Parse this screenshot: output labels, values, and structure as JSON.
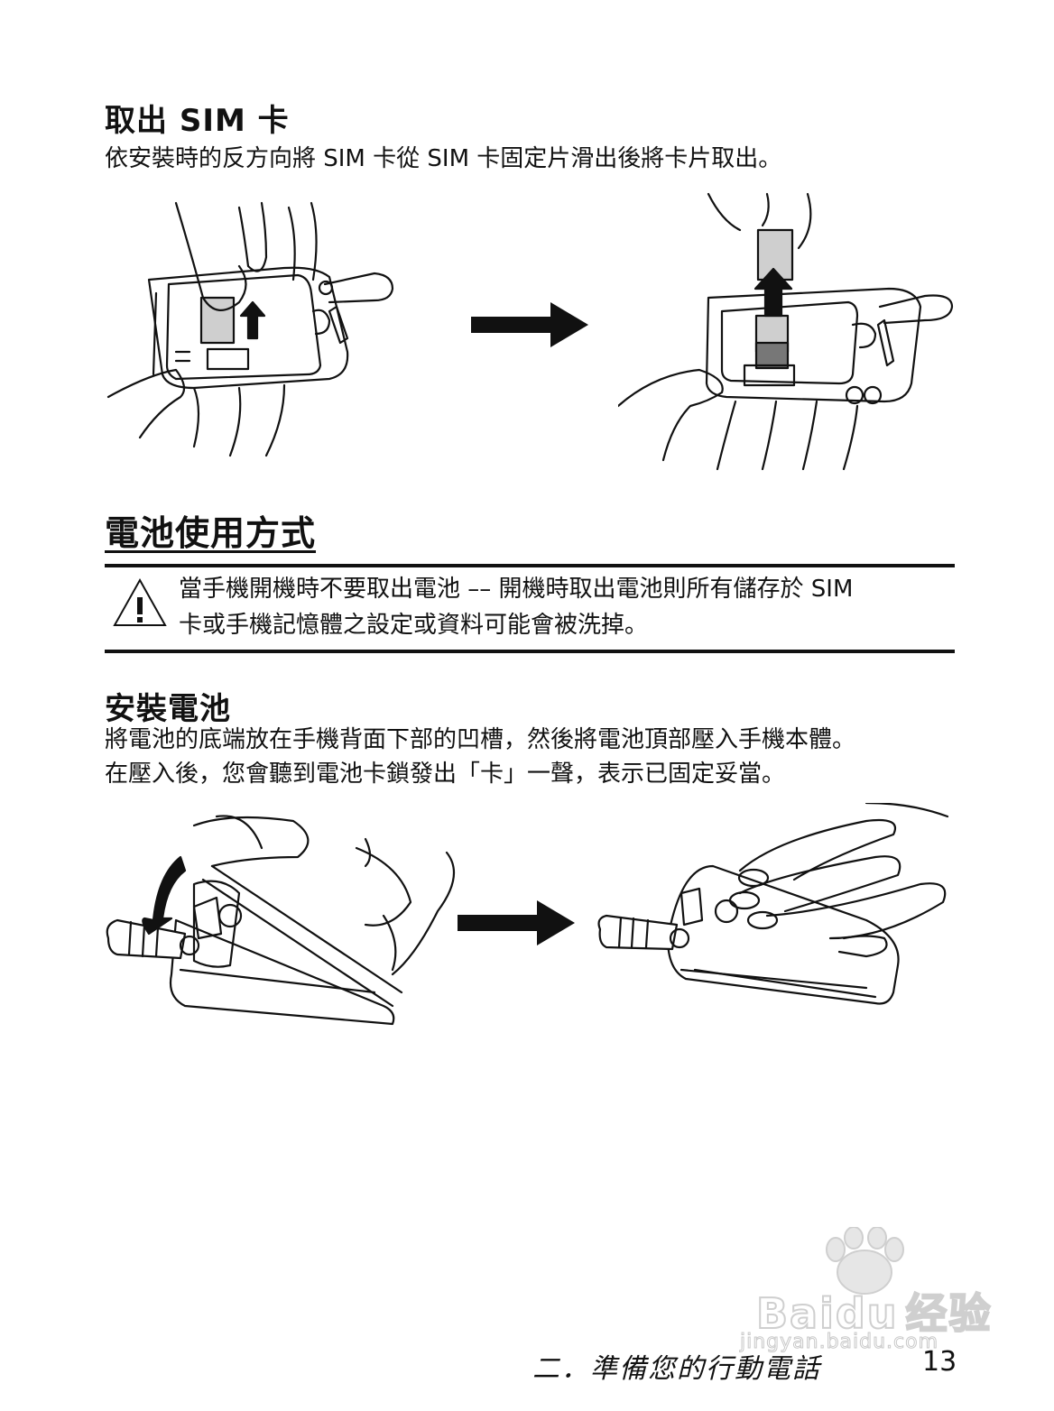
{
  "sim_removal": {
    "heading": "取出 SIM 卡",
    "instruction": "依安裝時的反方向將 SIM 卡從 SIM 卡固定片滑出後將卡片取出。"
  },
  "battery_section": {
    "title": "電池使用方式",
    "warning": {
      "icon": "warning-triangle-icon",
      "line1": "當手機開機時不要取出電池 –– 開機時取出電池則所有儲存於 SIM",
      "line2": "卡或手機記憶體之設定或資料可能會被洗掉。"
    }
  },
  "install_battery": {
    "heading": "安裝電池",
    "line1": "將電池的底端放在手機背面下部的凹槽，然後將電池頂部壓入手機本體。",
    "line2": "在壓入後，您會聽到電池卡鎖發出「卡」一聲，表示已固定妥當。"
  },
  "footer": {
    "chapter": "二．準備您的行動電話",
    "page_number": "13"
  },
  "watermark": {
    "brand": "Baidu",
    "sub": "经验",
    "url": "jingyan.baidu.com"
  }
}
